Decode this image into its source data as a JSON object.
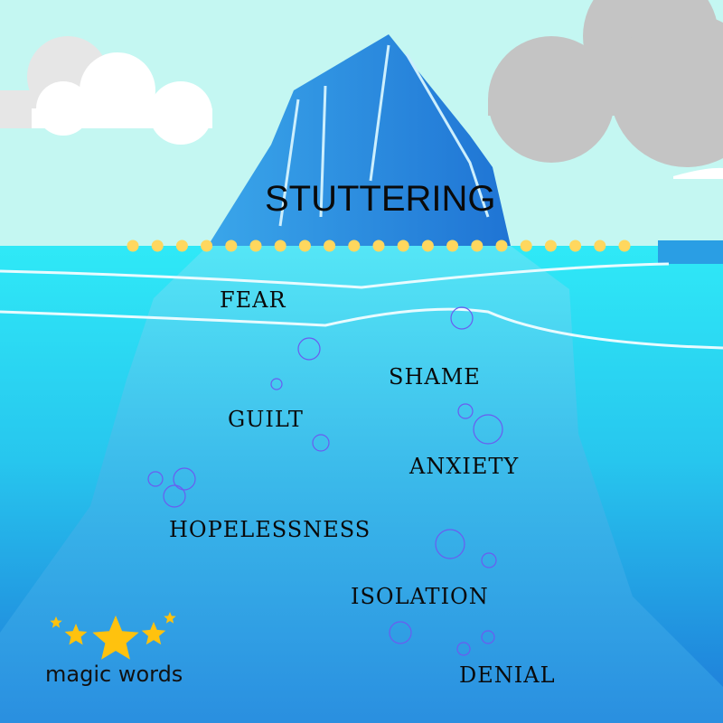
{
  "title": "STUTTERING",
  "hidden_feelings": [
    "FEAR",
    "SHAME",
    "GUILT",
    "ANXIETY",
    "HOPELESSNESS",
    "ISOLATION",
    "DENIAL"
  ],
  "logo": {
    "text": "magic words"
  },
  "colors": {
    "sky": "#c4f7f2",
    "water_top": "#2fe9f7",
    "water_bottom": "#1e78d8",
    "iceberg_top": "#2d8fe0",
    "iceberg_under": "#4ec9ee",
    "dots": "#ffd75e",
    "stars": "#ffc20e",
    "cloud_gray": "#c4c4c4"
  }
}
